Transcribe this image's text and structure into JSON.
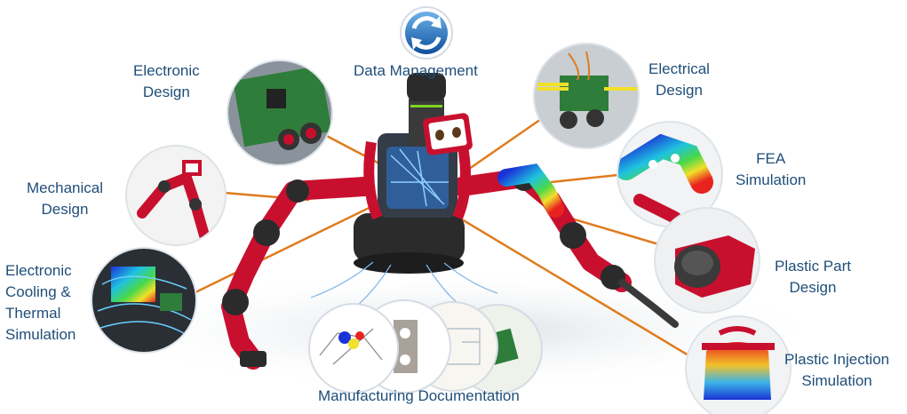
{
  "labels": {
    "data_management": "Data  Management",
    "electronic_design": [
      "Electronic",
      "Design"
    ],
    "electrical_design": [
      "Electrical",
      "Design"
    ],
    "mechanical_design": [
      "Mechanical",
      "Design"
    ],
    "fea_simulation": [
      "FEA",
      "Simulation"
    ],
    "electronic_cooling": [
      "Electronic",
      "Cooling &",
      "Thermal",
      "Simulation"
    ],
    "plastic_part_design": [
      "Plastic Part",
      "Design"
    ],
    "plastic_injection": [
      "Plastic Injection",
      "Simulation"
    ],
    "manufacturing_documentation": "Manufacturing Documentation"
  },
  "icons": {
    "data_management": "sync-arrows-icon"
  },
  "colors": {
    "label_text": "#1f4e79",
    "connector": "#e07b1e",
    "robot_red": "#c8102e",
    "robot_black": "#2b2b2b",
    "icon_blue": "#1e73be"
  }
}
